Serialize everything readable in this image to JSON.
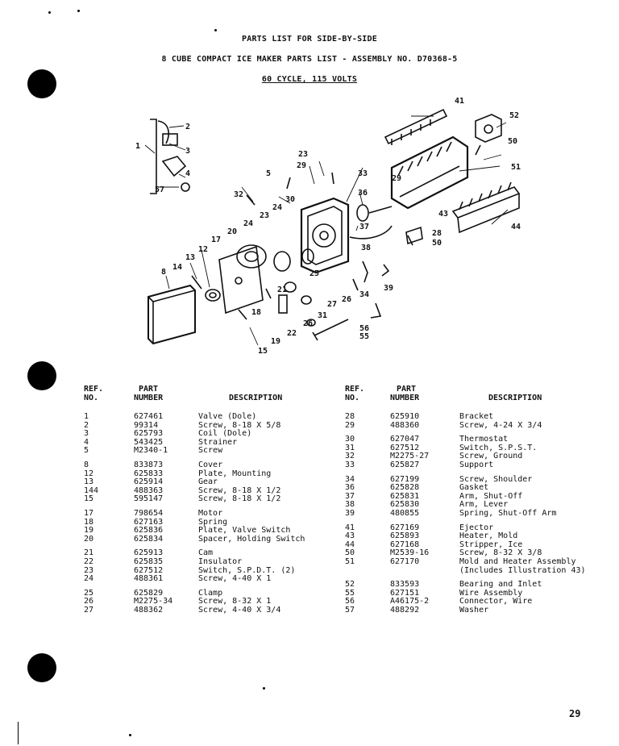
{
  "header": {
    "line1": "PARTS LIST FOR SIDE-BY-SIDE",
    "line2": "8 CUBE COMPACT ICE MAKER PARTS LIST - ASSEMBLY NO. D70368-5",
    "line3": "60 CYCLE, 115 VOLTS"
  },
  "diagram": {
    "callouts": [
      "1",
      "2",
      "3",
      "4",
      "5",
      "8",
      "12",
      "13",
      "14",
      "15",
      "17",
      "18",
      "19",
      "20",
      "21",
      "22",
      "23",
      "23",
      "24",
      "24",
      "25",
      "26",
      "26",
      "27",
      "28",
      "29",
      "29",
      "30",
      "31",
      "32",
      "33",
      "34",
      "36",
      "37",
      "38",
      "39",
      "41",
      "43",
      "44",
      "50",
      "50",
      "51",
      "52",
      "55",
      "56",
      "57"
    ]
  },
  "table": {
    "headers": {
      "ref": "REF.",
      "ref2": "NO.",
      "part": "PART",
      "part2": "NUMBER",
      "desc": "DESCRIPTION"
    },
    "left": [
      [
        "1",
        "627461",
        "Valve (Dole)"
      ],
      [
        "2",
        "99314",
        "Screw, 8-18 X 5/8"
      ],
      [
        "3",
        "625793",
        "Coil (Dole)"
      ],
      [
        "4",
        "543425",
        "Strainer"
      ],
      [
        "5",
        "M2340-1",
        "Screw"
      ],
      [
        "8",
        "833873",
        "Cover"
      ],
      [
        "12",
        "625833",
        "Plate, Mounting"
      ],
      [
        "13",
        "625914",
        "Gear"
      ],
      [
        "144",
        "488363",
        "Screw, 8-18 X 1/2"
      ],
      [
        "15",
        "595147",
        "Screw, 8-18 X 1/2"
      ],
      [
        "17",
        "798654",
        "Motor"
      ],
      [
        "18",
        "627163",
        "Spring"
      ],
      [
        "19",
        "625836",
        "Plate, Valve Switch"
      ],
      [
        "20",
        "625834",
        "Spacer, Holding Switch"
      ],
      [
        "21",
        "625913",
        "Cam"
      ],
      [
        "22",
        "625835",
        "Insulator"
      ],
      [
        "23",
        "627512",
        "Switch, S.P.D.T. (2)"
      ],
      [
        "24",
        "488361",
        "Screw, 4-40 X 1"
      ],
      [
        "25",
        "625829",
        "Clamp"
      ],
      [
        "26",
        "M2275-34",
        "Screw, 8-32 X 1"
      ],
      [
        "27",
        "488362",
        "Screw, 4-40 X 3/4"
      ]
    ],
    "right": [
      [
        "28",
        "625910",
        "Bracket"
      ],
      [
        "29",
        "488360",
        "Screw, 4-24 X 3/4"
      ],
      [
        "30",
        "627047",
        "Thermostat"
      ],
      [
        "31",
        "627512",
        "Switch, S.P.S.T."
      ],
      [
        "32",
        "M2275-27",
        "Screw, Ground"
      ],
      [
        "33",
        "625827",
        "Support"
      ],
      [
        "34",
        "627199",
        "Screw, Shoulder"
      ],
      [
        "36",
        "625828",
        "Gasket"
      ],
      [
        "37",
        "625831",
        "Arm, Shut-Off"
      ],
      [
        "38",
        "625830",
        "Arm, Lever"
      ],
      [
        "39",
        "480855",
        "Spring, Shut-Off Arm"
      ],
      [
        "41",
        "627169",
        "Ejector"
      ],
      [
        "43",
        "625893",
        "Heater, Mold"
      ],
      [
        "44",
        "627168",
        "Stripper, Ice"
      ],
      [
        "50",
        "M2539-16",
        "Screw, 8-32 X 3/8"
      ],
      [
        "51",
        "627170",
        "Mold and Heater Assembly"
      ],
      [
        "",
        "",
        "(Includes Illustration 43)"
      ],
      [
        "52",
        "833593",
        "Bearing and Inlet"
      ],
      [
        "55",
        "627151",
        "Wire Assembly"
      ],
      [
        "56",
        "A46175-2",
        "Connector, Wire"
      ],
      [
        "57",
        "488292",
        "Washer"
      ]
    ]
  },
  "page_number": "29"
}
